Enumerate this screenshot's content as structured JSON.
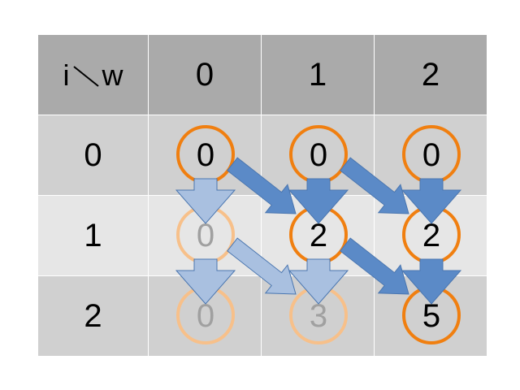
{
  "header": {
    "corner_i": "i",
    "corner_w": "w",
    "columns": [
      "0",
      "1",
      "2"
    ]
  },
  "rows": [
    {
      "label": "0",
      "values": [
        "0",
        "0",
        "0"
      ],
      "active": [
        true,
        true,
        true
      ]
    },
    {
      "label": "1",
      "values": [
        "0",
        "2",
        "2"
      ],
      "active": [
        false,
        true,
        true
      ]
    },
    {
      "label": "2",
      "values": [
        "0",
        "3",
        "5"
      ],
      "active": [
        false,
        false,
        true
      ]
    }
  ],
  "colors": {
    "circle_active": "#f07f10",
    "circle_inactive": "#f7c08a",
    "text_active": "#000000",
    "text_inactive": "#a0a0a0",
    "arrow_dark": "#5b8ac7",
    "arrow_light": "#a9c0e0",
    "arrow_stroke": "#4a76b0"
  },
  "arrows": [
    {
      "from": [
        0,
        0
      ],
      "to": [
        1,
        0
      ],
      "kind": "down",
      "style": "light"
    },
    {
      "from": [
        1,
        0
      ],
      "to": [
        2,
        0
      ],
      "kind": "down",
      "style": "light"
    },
    {
      "from": [
        0,
        1
      ],
      "to": [
        1,
        1
      ],
      "kind": "down",
      "style": "dark"
    },
    {
      "from": [
        1,
        1
      ],
      "to": [
        2,
        1
      ],
      "kind": "down",
      "style": "light"
    },
    {
      "from": [
        0,
        2
      ],
      "to": [
        1,
        2
      ],
      "kind": "down",
      "style": "dark"
    },
    {
      "from": [
        1,
        2
      ],
      "to": [
        2,
        2
      ],
      "kind": "down",
      "style": "dark"
    },
    {
      "from": [
        0,
        0
      ],
      "to": [
        1,
        1
      ],
      "kind": "diag",
      "style": "dark"
    },
    {
      "from": [
        0,
        1
      ],
      "to": [
        1,
        2
      ],
      "kind": "diag",
      "style": "dark"
    },
    {
      "from": [
        1,
        0
      ],
      "to": [
        2,
        1
      ],
      "kind": "diag",
      "style": "light"
    },
    {
      "from": [
        1,
        1
      ],
      "to": [
        2,
        2
      ],
      "kind": "diag",
      "style": "dark"
    }
  ]
}
